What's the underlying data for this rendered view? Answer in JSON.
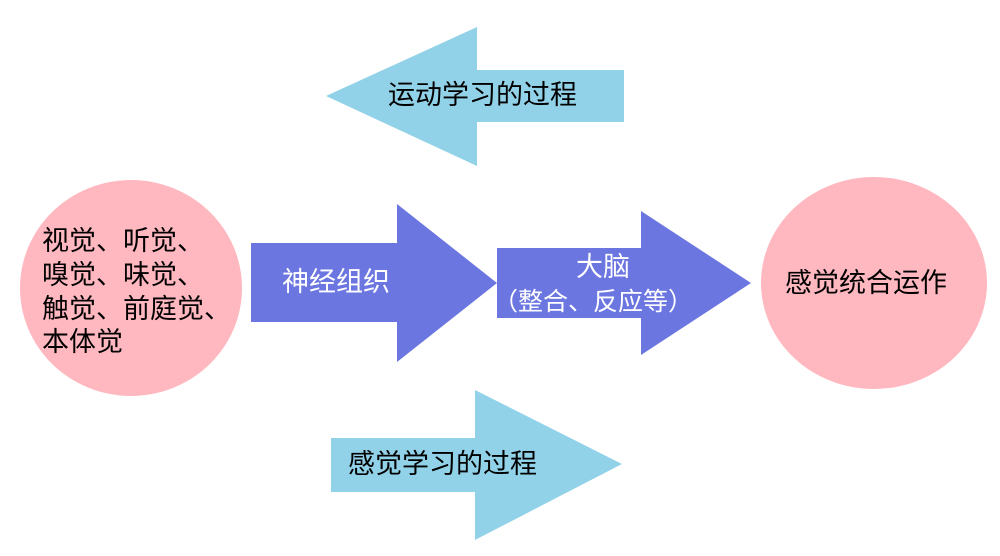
{
  "colors": {
    "light_blue": "#92d2e8",
    "indigo": "#6b76e0",
    "pink": "#ffb8c0",
    "text_dark": "#000000",
    "text_light": "#ffffff"
  },
  "top_arrow": {
    "label": "运动学习的过程"
  },
  "bottom_arrow": {
    "label": "感觉学习的过程"
  },
  "left_circle": {
    "lines": [
      "视觉、听觉、",
      "嗅觉、味觉、",
      "触觉、前庭觉、",
      "本体觉"
    ]
  },
  "nerve_arrow": {
    "label": "神经组织"
  },
  "brain_arrow": {
    "label_line1": "大脑",
    "label_line2": "（整合、反应等）"
  },
  "right_circle": {
    "label": "感觉统合运作"
  }
}
